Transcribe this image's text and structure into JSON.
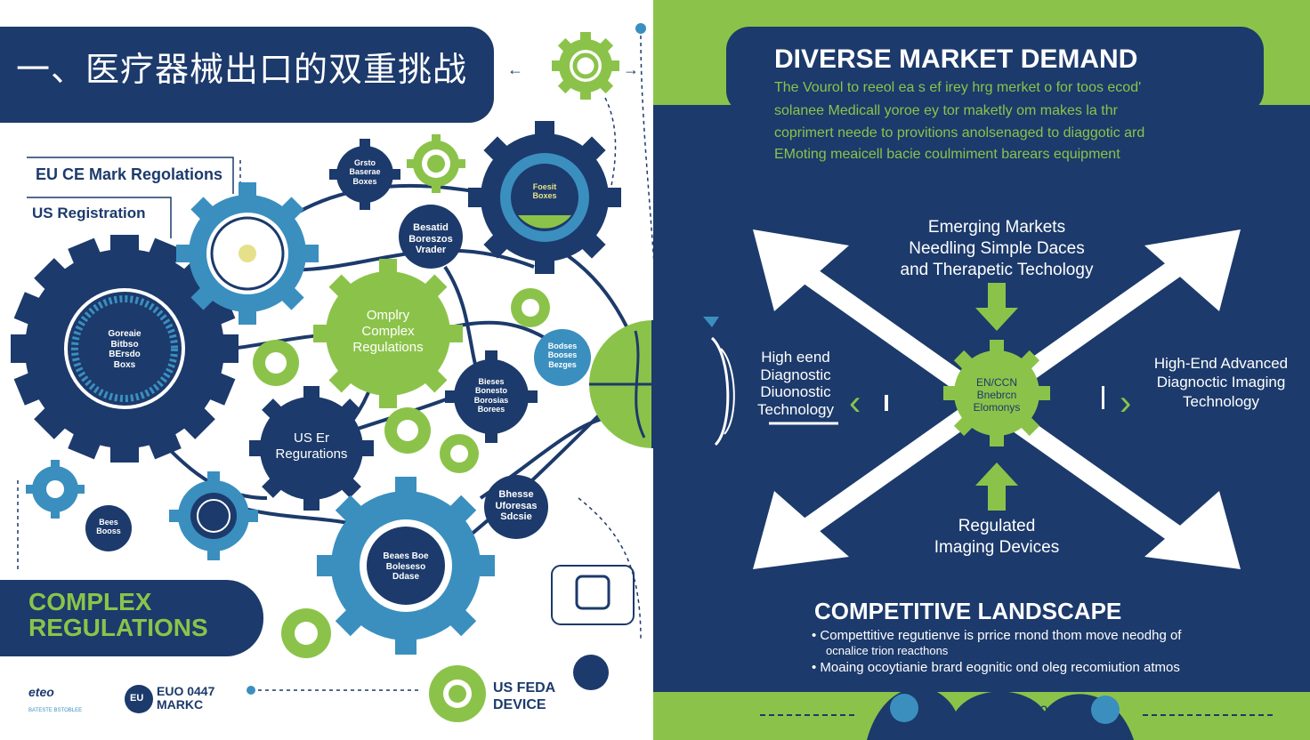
{
  "left": {
    "title": "一、医疗器械出口的双重挑战",
    "callouts": {
      "eu_ce": "EU CE Mark Regolations",
      "us_registration": "US Registration"
    },
    "gear_labels": {
      "small_top_a": "Grsto\nBaserae\nBoxes",
      "main_top": "Besatid\nBoreszos\nVrader",
      "top_right": "Foesit\nBoxes",
      "big_left": "Goreaie\nBitbso\nBErsdo\nBoxs",
      "complex_green": "Omplry\nComplex\nRegulations",
      "mid_right": "Bodses\nBooses\nBezges",
      "mid_center": "Bieses\nBonesto\nBorosias\nBorees",
      "us_er": "US Er\nRegurations",
      "bottom_right_gear": "Bhesse\nUforesas\nSdcsie",
      "bottom_left_small": "Bees\nBooss",
      "bottom_big": "Beaes Boe\nBoleseso\nDdase"
    },
    "complex_banner": "COMPLEX\nREGULATIONS",
    "bottom": {
      "logo_text": "eteo",
      "logo_sub": "BATESTE BSTOBLEE",
      "eu_badge": "EU",
      "eu_badge_text": "EUO 0447\nMARKC",
      "us_fda": "US FEDA\nDEVICE"
    }
  },
  "right": {
    "heading": "DIVERSE MARKET DEMAND",
    "description": [
      "The Vourol to reeol ea s ef irey hrg merket o for toos ecod'",
      "solanee Medicall yoroe ey tor maketly om makes la thr",
      "coprimert neede to provitions anolsenaged to diaggotic ard",
      "EMoting meaicell bacie coulmiment barears equipment"
    ],
    "arrow_labels": {
      "top": "Emerging Markets\nNeedling Simple Daces\nand Therapetic Techology",
      "left": "High eend\nDiagnostic\nDiuonostic\nTechnology",
      "right": "High-End Advanced\nDiagnoctic Imaging\nTechnology",
      "bottom": "Regulated\nImaging Devices",
      "center": "EN/CCN\nBnebrcn\nElomonys"
    },
    "competitive_title": "COMPETITIVE LANDSCAPE",
    "bullets": [
      "Compettitive regutienve is prrice rnond thom move neodhg of",
      "ocnalice trion reacthons",
      "Moaing ocoytianie brard eognitic ond oleg recomiution atmos"
    ],
    "footer_label": "ERSO"
  },
  "colors": {
    "navy": "#1c3a6b",
    "green": "#8bc34a",
    "teal": "#3a8fbf",
    "white": "#ffffff"
  }
}
